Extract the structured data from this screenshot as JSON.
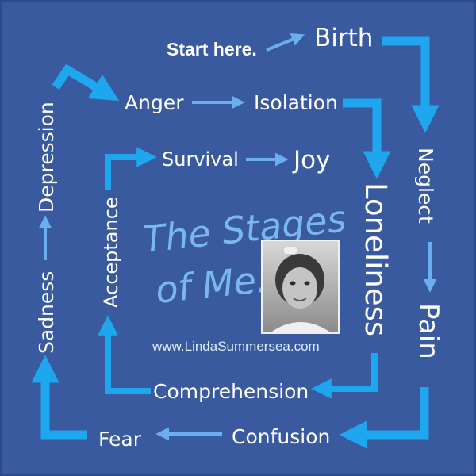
{
  "colors": {
    "background": "#3a5aa0",
    "border": "#2b4a8c",
    "arrow_thick": "#1ea6ee",
    "arrow_thin": "#6aaef0",
    "text": "#ffffff",
    "title": "#7ab8ec"
  },
  "start_label": "Start here.",
  "stages": {
    "birth": "Birth",
    "neglect": "Neglect",
    "pain": "Pain",
    "confusion": "Confusion",
    "fear": "Fear",
    "sadness": "Sadness",
    "depression": "Depression",
    "anger": "Anger",
    "isolation": "Isolation",
    "loneliness": "Loneliness",
    "comprehension": "Comprehension",
    "acceptance": "Acceptance",
    "survival": "Survival",
    "joy": "Joy"
  },
  "title": {
    "line1": "The Stages",
    "line2": "of Me."
  },
  "website": "www.LindaSummersea.com",
  "photo_icon": "child-portrait-photo"
}
